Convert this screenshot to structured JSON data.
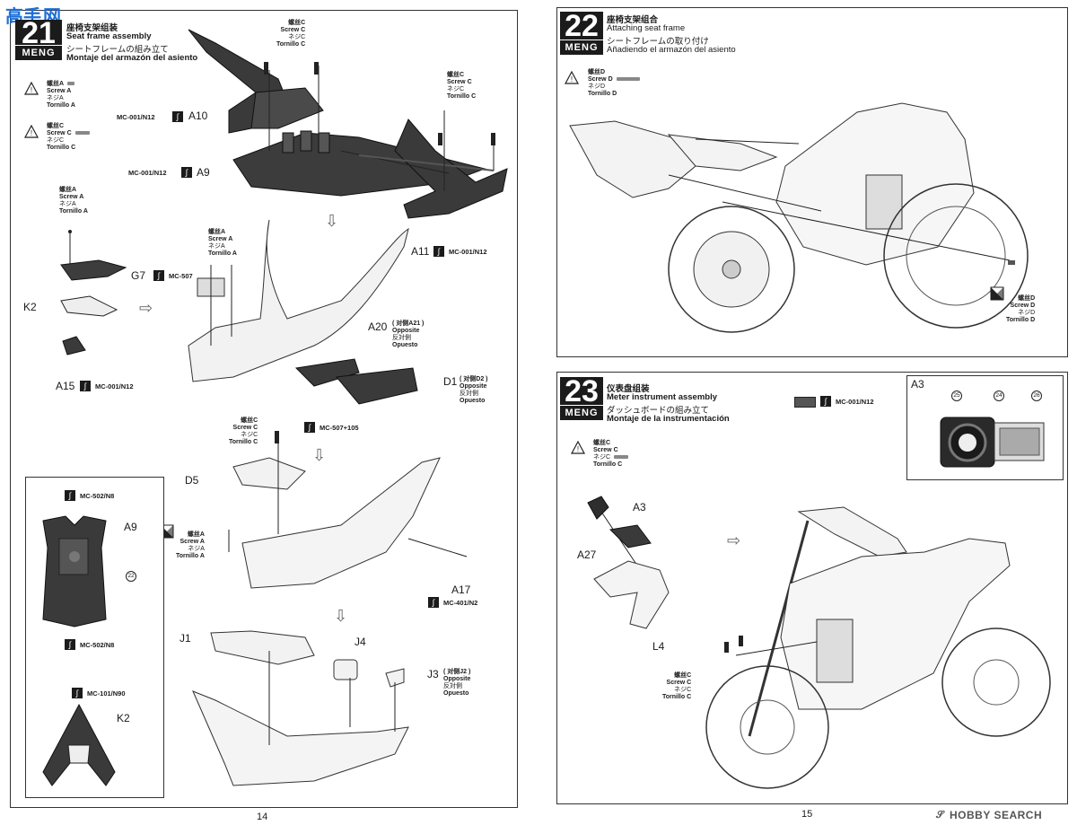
{
  "watermark": {
    "line1": "高手",
    "line2": "网"
  },
  "step21": {
    "number": "21",
    "brand": "MENG",
    "title_cn": "座椅支架组装",
    "title_en": "Seat frame assembly",
    "title_jp": "シートフレームの組み立て",
    "title_es": "Montaje del armazón del asiento",
    "warn_screw_a": {
      "cn": "螺丝A",
      "en": "Screw A",
      "jp": "ネジA",
      "es": "Tornillo A"
    },
    "warn_screw_c": {
      "cn": "螺丝C",
      "en": "Screw C",
      "jp": "ネジC",
      "es": "Tornillo C"
    },
    "top_screw_c": {
      "cn": "螺丝C",
      "en": "Screw C",
      "jp": "ネジC",
      "es": "Tornillo C"
    },
    "right_screw_c": {
      "cn": "螺丝C",
      "en": "Screw C",
      "jp": "ネジC",
      "es": "Tornillo C"
    },
    "screw_a_left": {
      "cn": "螺丝A",
      "en": "Screw A",
      "jp": "ネジA",
      "es": "Tornillo A"
    },
    "screw_a_mid": {
      "cn": "螺丝A",
      "en": "Screw A",
      "jp": "ネジA",
      "es": "Tornillo A"
    },
    "screw_c_mid": {
      "cn": "螺丝C",
      "en": "Screw C",
      "jp": "ネジC",
      "es": "Tornillo C"
    },
    "screw_a_low": {
      "cn": "螺丝A",
      "en": "Screw A",
      "jp": "ネジA",
      "es": "Tornillo A"
    },
    "labels": {
      "A10": "A10",
      "A9": "A9",
      "A11": "A11",
      "G7": "G7",
      "K2": "K2",
      "A15": "A15",
      "A20": "A20",
      "A20_opp_cn": "( 对侧A21 )",
      "A20_opp_en": "Opposite",
      "A20_opp_jp": "反対側",
      "A20_opp_es": "Opuesto",
      "D1": "D1",
      "D1_opp_cn": "( 对侧D2 )",
      "D1_opp_en": "Opposite",
      "D1_opp_jp": "反対側",
      "D1_opp_es": "Opuesto",
      "D5": "D5",
      "A17": "A17",
      "J1": "J1",
      "J4": "J4",
      "J3": "J3",
      "J3_opp_cn": "( 对侧J2 )",
      "J3_opp_en": "Opposite",
      "J3_opp_jp": "反対側",
      "J3_opp_es": "Opuesto"
    },
    "codes": {
      "a10": "MC-001/N12",
      "a9": "MC-001/N12",
      "a11": "MC-001/N12",
      "g7": "MC-507",
      "a15": "MC-001/N12",
      "d1": "MC-507+105",
      "a17": "MC-401/N2"
    },
    "inset": {
      "code_top": "MC-502/N8",
      "label_a9": "A9",
      "code_bottom": "MC-502/N8",
      "code_k2": "MC-101/N90",
      "label_k2": "K2",
      "marker": "22"
    },
    "page_number": "14"
  },
  "step22": {
    "number": "22",
    "brand": "MENG",
    "title_cn": "座椅支架组合",
    "title_en": "Attaching seat frame",
    "title_jp": "シートフレームの取り付け",
    "title_es": "Añadiendo el armazón del asiento",
    "warn_screw_d": {
      "cn": "螺丝D",
      "en": "Screw D",
      "jp": "ネジD",
      "es": "Tornillo D"
    },
    "screw_d_right": {
      "cn": "螺丝D",
      "en": "Screw D",
      "jp": "ネジD",
      "es": "Tornillo D"
    }
  },
  "step23": {
    "number": "23",
    "brand": "MENG",
    "title_cn": "仪表盘组装",
    "title_en": "Meter instrument assembly",
    "title_jp": "ダッシュボードの組み立て",
    "title_es": "Montaje de la instrumentación",
    "code": "MC-001/N12",
    "inset_label": "A3",
    "markers": [
      "25",
      "24",
      "26"
    ],
    "warn_screw_c": {
      "cn": "螺丝C",
      "en": "Screw C",
      "jp": "ネジC",
      "es": "Tornillo C"
    },
    "screw_c_bottom": {
      "cn": "螺丝C",
      "en": "Screw C",
      "jp": "ネジC",
      "es": "Tornillo C"
    },
    "labels": {
      "A3": "A3",
      "A27": "A27",
      "L4": "L4"
    },
    "page_number": "15"
  },
  "footer": {
    "hobby_search": "HOBBY SEARCH"
  }
}
